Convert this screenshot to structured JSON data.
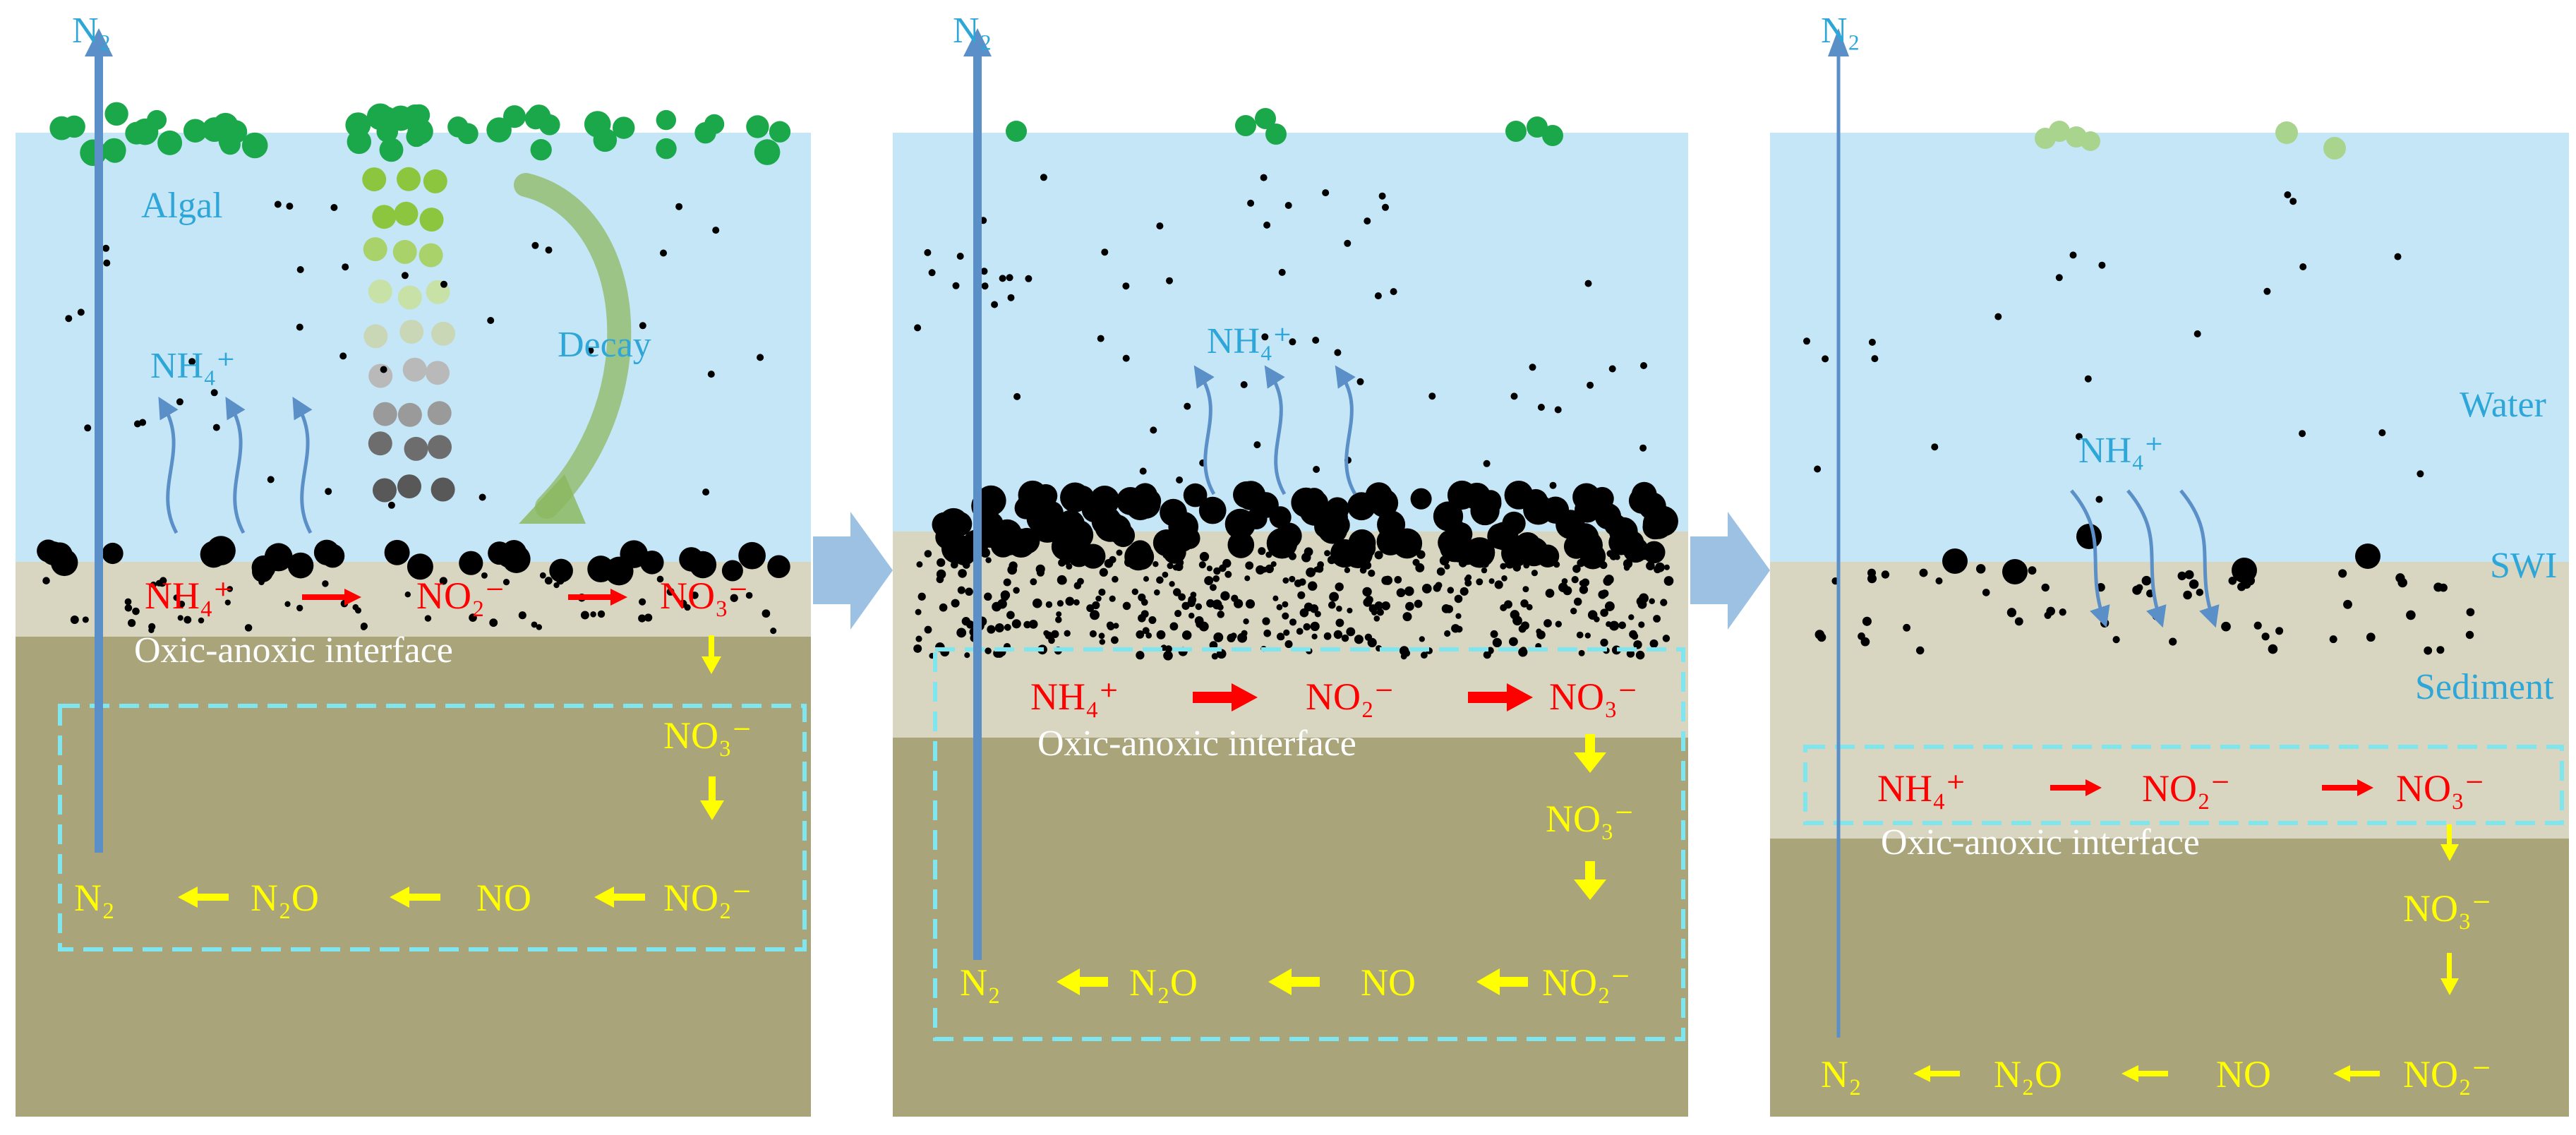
{
  "colors": {
    "water": "#c5e6f7",
    "sediment_light": "#d8d6c1",
    "sediment_dark": "#a9a47a",
    "blue_arrow": "#5b8fc7",
    "panel_arrow": "#9dc1e3",
    "red": "#ff0000",
    "yellow": "#ffff00",
    "label_blue": "#2ea7d8",
    "dash": "#7fe6ef",
    "algae_green": "#1aa84a",
    "decay_green": "#8cb860"
  },
  "labels": {
    "n2": "N₂",
    "nh4": "NH₄⁺",
    "no2": "NO₂⁻",
    "no3": "NO₃⁻",
    "no": "NO",
    "n2o": "N₂O",
    "interface": "Oxic-anoxic interface",
    "algal": "Algal",
    "decay": "Decay",
    "water": "Water",
    "swi": "SWI",
    "sediment": "Sediment"
  },
  "panels": [
    {
      "stage": "algal-bloom-decay"
    },
    {
      "stage": "organic-matter-accumulation"
    },
    {
      "stage": "recovery"
    }
  ]
}
